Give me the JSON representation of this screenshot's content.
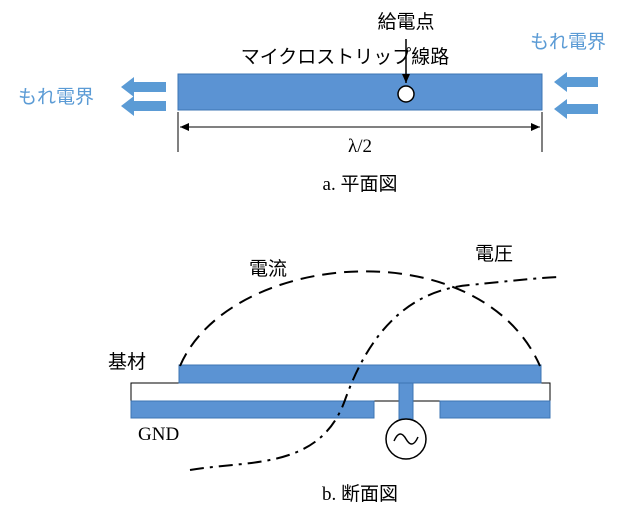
{
  "colors": {
    "metal": "#5b93d3",
    "metal_stroke": "#3d74b3",
    "field_text": "#5b9bd5",
    "line": "#000000"
  },
  "plan_view": {
    "feed_point_label": "給電点",
    "microstrip_label": "マイクロストリップ線路",
    "leak_field_left": "もれ電界",
    "leak_field_right": "もれ電界",
    "dimension_label": "λ/2",
    "caption": "a. 平面図"
  },
  "cross_section": {
    "current_label": "電流",
    "voltage_label": "電圧",
    "substrate_label": "基材",
    "ground_label": "GND",
    "source_symbol": "~",
    "caption": "b. 断面図"
  }
}
